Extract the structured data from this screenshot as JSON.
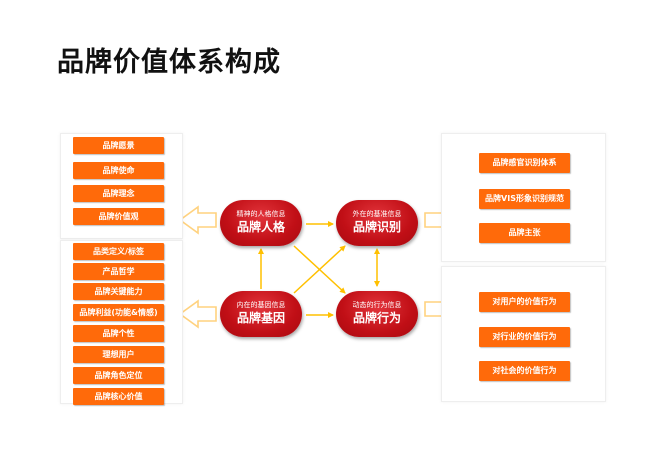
{
  "title": "品牌价值体系构成",
  "colors": {
    "tag": "#ff6a0a",
    "core": "#c10f16",
    "arrow": "#ffc000",
    "bigArrow": "#ffd27f"
  },
  "left_top_tags": [
    "品牌愿景",
    "品牌使命",
    "品牌理念",
    "品牌价值观"
  ],
  "left_bottom_tags": [
    "品类定义/标签",
    "产品哲学",
    "品牌关键能力",
    "品牌利益(功能&情感)",
    "品牌个性",
    "理想用户",
    "品牌角色定位",
    "品牌核心价值"
  ],
  "core": {
    "personality": {
      "sub": "精神的人格信息",
      "main": "品牌人格"
    },
    "identity": {
      "sub": "外在的基准信息",
      "main": "品牌识别"
    },
    "gene": {
      "sub": "内在的基因信息",
      "main": "品牌基因"
    },
    "behavior": {
      "sub": "动态的行为信息",
      "main": "品牌行为"
    }
  },
  "right_top_tags": [
    "品牌感官识别体系",
    "品牌VIS形象识别规范",
    "品牌主张"
  ],
  "right_bottom_tags": [
    "对用户的价值行为",
    "对行业的价值行为",
    "对社会的价值行为"
  ]
}
